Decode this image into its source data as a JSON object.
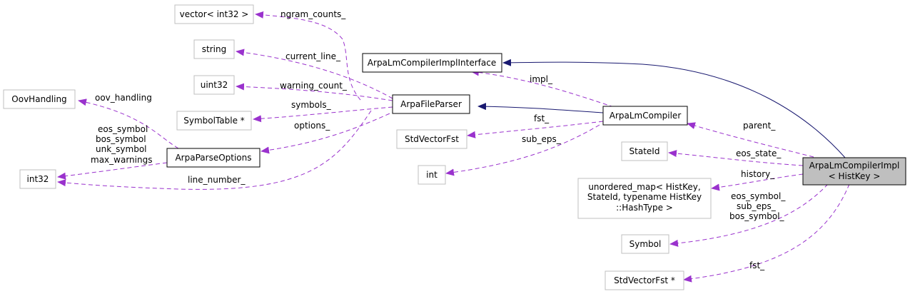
{
  "nodes": {
    "vector_int32": "vector< int32 >",
    "string": "string",
    "uint32": "uint32",
    "symboltable_ptr": "SymbolTable *",
    "oovhandling": "OovHandling",
    "arpaparseoptions": "ArpaParseOptions",
    "int32": "int32",
    "arpafileparser": "ArpaFileParser",
    "arpalmcompilerimplinterface": "ArpaLmCompilerImplInterface",
    "stdvectorfst": "StdVectorFst",
    "int": "int",
    "arpalmcompiler": "ArpaLmCompiler",
    "stateid": "StateId",
    "unordered_map_line1": "unordered_map< HistKey,",
    "unordered_map_line2": "StateId, typename HistKey",
    "unordered_map_line3": "::HashType >",
    "symbol": "Symbol",
    "stdvectorfst_ptr": "StdVectorFst *",
    "arpalmcompilerimpl_line1": "ArpaLmCompilerImpl",
    "arpalmcompilerimpl_line2": "< HistKey >"
  },
  "edge_labels": {
    "ngram_counts": "ngram_counts_",
    "current_line": "current_line_",
    "warning_count": "warning_count_",
    "symbols": "symbols_",
    "options": "options_",
    "oov_handling": "oov_handling",
    "eos_symbol": "eos_symbol",
    "bos_symbol": "bos_symbol",
    "unk_symbol": "unk_symbol",
    "max_warnings": "max_warnings",
    "line_number": "line_number_",
    "impl": "impl_",
    "fst": "fst_",
    "sub_eps": "sub_eps_",
    "parent": "parent_",
    "eos_state": "eos_state_",
    "history": "history_",
    "eos_symbol_": "eos_symbol_",
    "sub_eps_2": "sub_eps_",
    "bos_symbol_": "bos_symbol_",
    "fst_2": "fst_"
  },
  "colors": {
    "inheritance_edge": "#191970",
    "member_edge": "#9a32cd",
    "focus_fill": "#bfbfbf",
    "gray_border": "#bfbfbf"
  }
}
